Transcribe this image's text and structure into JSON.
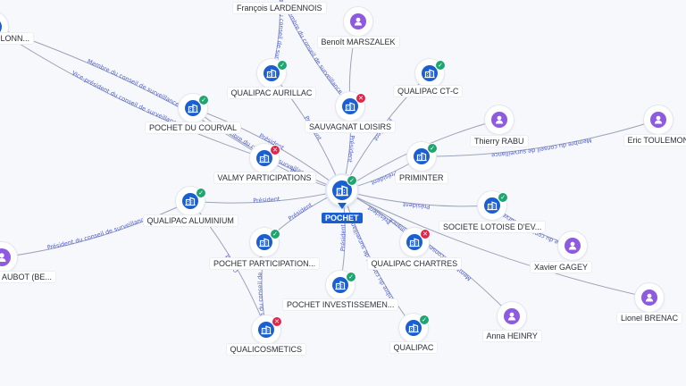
{
  "center": {
    "label": "POCHET",
    "type": "company",
    "icon": "building-icon",
    "status": "active"
  },
  "colors": {
    "company": "#1a5fd0",
    "person": "#8e5ae0",
    "active": "#1ea672",
    "inactive": "#e0264a",
    "edge": "#9aa3b8",
    "edge_label": "#4a5bd4"
  },
  "nodes": [
    {
      "id": "colonna",
      "label": "COLONN...",
      "type": "company",
      "status": ""
    },
    {
      "id": "lardennois",
      "label": "François LARDENNOIS",
      "type": "person",
      "status": ""
    },
    {
      "id": "marszalek",
      "label": "Benoît MARSZALEK",
      "type": "person",
      "status": ""
    },
    {
      "id": "aurillac",
      "label": "QUALIPAC AURILLAC",
      "type": "company",
      "status": "active"
    },
    {
      "id": "ctc",
      "label": "QUALIPAC CT-C",
      "type": "company",
      "status": "active"
    },
    {
      "id": "courval",
      "label": "POCHET DU COURVAL",
      "type": "company",
      "status": "active"
    },
    {
      "id": "sauvagnat",
      "label": "SAUVAGNAT LOISIRS",
      "type": "company",
      "status": "inactive"
    },
    {
      "id": "rabu",
      "label": "Thierry RABU",
      "type": "person",
      "status": ""
    },
    {
      "id": "toulemon",
      "label": "Eric TOULEMON",
      "type": "person",
      "status": ""
    },
    {
      "id": "valmy",
      "label": "VALMY PARTICIPATIONS",
      "type": "company",
      "status": "inactive"
    },
    {
      "id": "priminter",
      "label": "PRIMINTER",
      "type": "company",
      "status": "active"
    },
    {
      "id": "aluminium",
      "label": "QUALIPAC ALUMINIUM",
      "type": "company",
      "status": "active"
    },
    {
      "id": "lotoise",
      "label": "SOCIETE LOTOISE D'EV...",
      "type": "company",
      "status": "active"
    },
    {
      "id": "aubot",
      "label": "AUBOT (BE...",
      "type": "person",
      "status": ""
    },
    {
      "id": "pochetpart",
      "label": "POCHET PARTICIPATION...",
      "type": "company",
      "status": "active"
    },
    {
      "id": "chartres",
      "label": "QUALIPAC CHARTRES",
      "type": "company",
      "status": "inactive"
    },
    {
      "id": "gagey",
      "label": "Xavier GAGEY",
      "type": "person",
      "status": ""
    },
    {
      "id": "pochetinv",
      "label": "POCHET INVESTISSEMEN...",
      "type": "company",
      "status": "active"
    },
    {
      "id": "brenac",
      "label": "Lionel BRENAC",
      "type": "person",
      "status": ""
    },
    {
      "id": "heinry",
      "label": "Anna HEINRY",
      "type": "person",
      "status": ""
    },
    {
      "id": "qualicosmetics",
      "label": "QUALICOSMETICS",
      "type": "company",
      "status": "inactive"
    },
    {
      "id": "qualipac",
      "label": "QUALIPAC",
      "type": "company",
      "status": "active"
    }
  ],
  "edges": [
    {
      "from": "lardennois",
      "to": "sauvagnat",
      "label": "Membre du conseil de surveillance"
    },
    {
      "from": "lardennois",
      "to": "aurillac",
      "label": "Membre du conseil de surveillance"
    },
    {
      "from": "colonna",
      "to": "valmy",
      "label": "Vice-président du conseil de surveillance"
    },
    {
      "from": "colonna",
      "to": "valmy",
      "label": "Membre du conseil de surveillance"
    },
    {
      "from": "marszalek",
      "to": "sauvagnat",
      "label": ""
    },
    {
      "from": "aurillac",
      "to": "center",
      "label": "Président"
    },
    {
      "from": "ctc",
      "to": "center",
      "label": "Président"
    },
    {
      "from": "courval",
      "to": "center",
      "label": "Président"
    },
    {
      "from": "courval",
      "to": "center",
      "label": "Membre du conseil de surveillance"
    },
    {
      "from": "sauvagnat",
      "to": "center",
      "label": "Président"
    },
    {
      "from": "rabu",
      "to": "center",
      "label": ""
    },
    {
      "from": "toulemon",
      "to": "priminter",
      "label": "Membre du conseil de surveillance"
    },
    {
      "from": "valmy",
      "to": "center",
      "label": "Président"
    },
    {
      "from": "priminter",
      "to": "center",
      "label": "Président"
    },
    {
      "from": "aluminium",
      "to": "center",
      "label": "Président"
    },
    {
      "from": "lotoise",
      "to": "center",
      "label": "Président"
    },
    {
      "from": "aubot",
      "to": "aluminium",
      "label": "Président du conseil de surveillance"
    },
    {
      "from": "pochetpart",
      "to": "center",
      "label": "Président"
    },
    {
      "from": "chartres",
      "to": "center",
      "label": "Président"
    },
    {
      "from": "gagey",
      "to": "lotoise",
      "label": "Membre du conseil de surveillance"
    },
    {
      "from": "pochetinv",
      "to": "center",
      "label": "Président"
    },
    {
      "from": "brenac",
      "to": "center",
      "label": ""
    },
    {
      "from": "heinry",
      "to": "center",
      "label": "Membre du conseil de surveillance"
    },
    {
      "from": "qualicosmetics",
      "to": "pochetpart",
      "label": "Membre du conseil de surveillance"
    },
    {
      "from": "qualicosmetics",
      "to": "aluminium",
      "label": "Gérant"
    },
    {
      "from": "qualipac",
      "to": "center",
      "label": "Membre du conseil de surveillance"
    }
  ]
}
